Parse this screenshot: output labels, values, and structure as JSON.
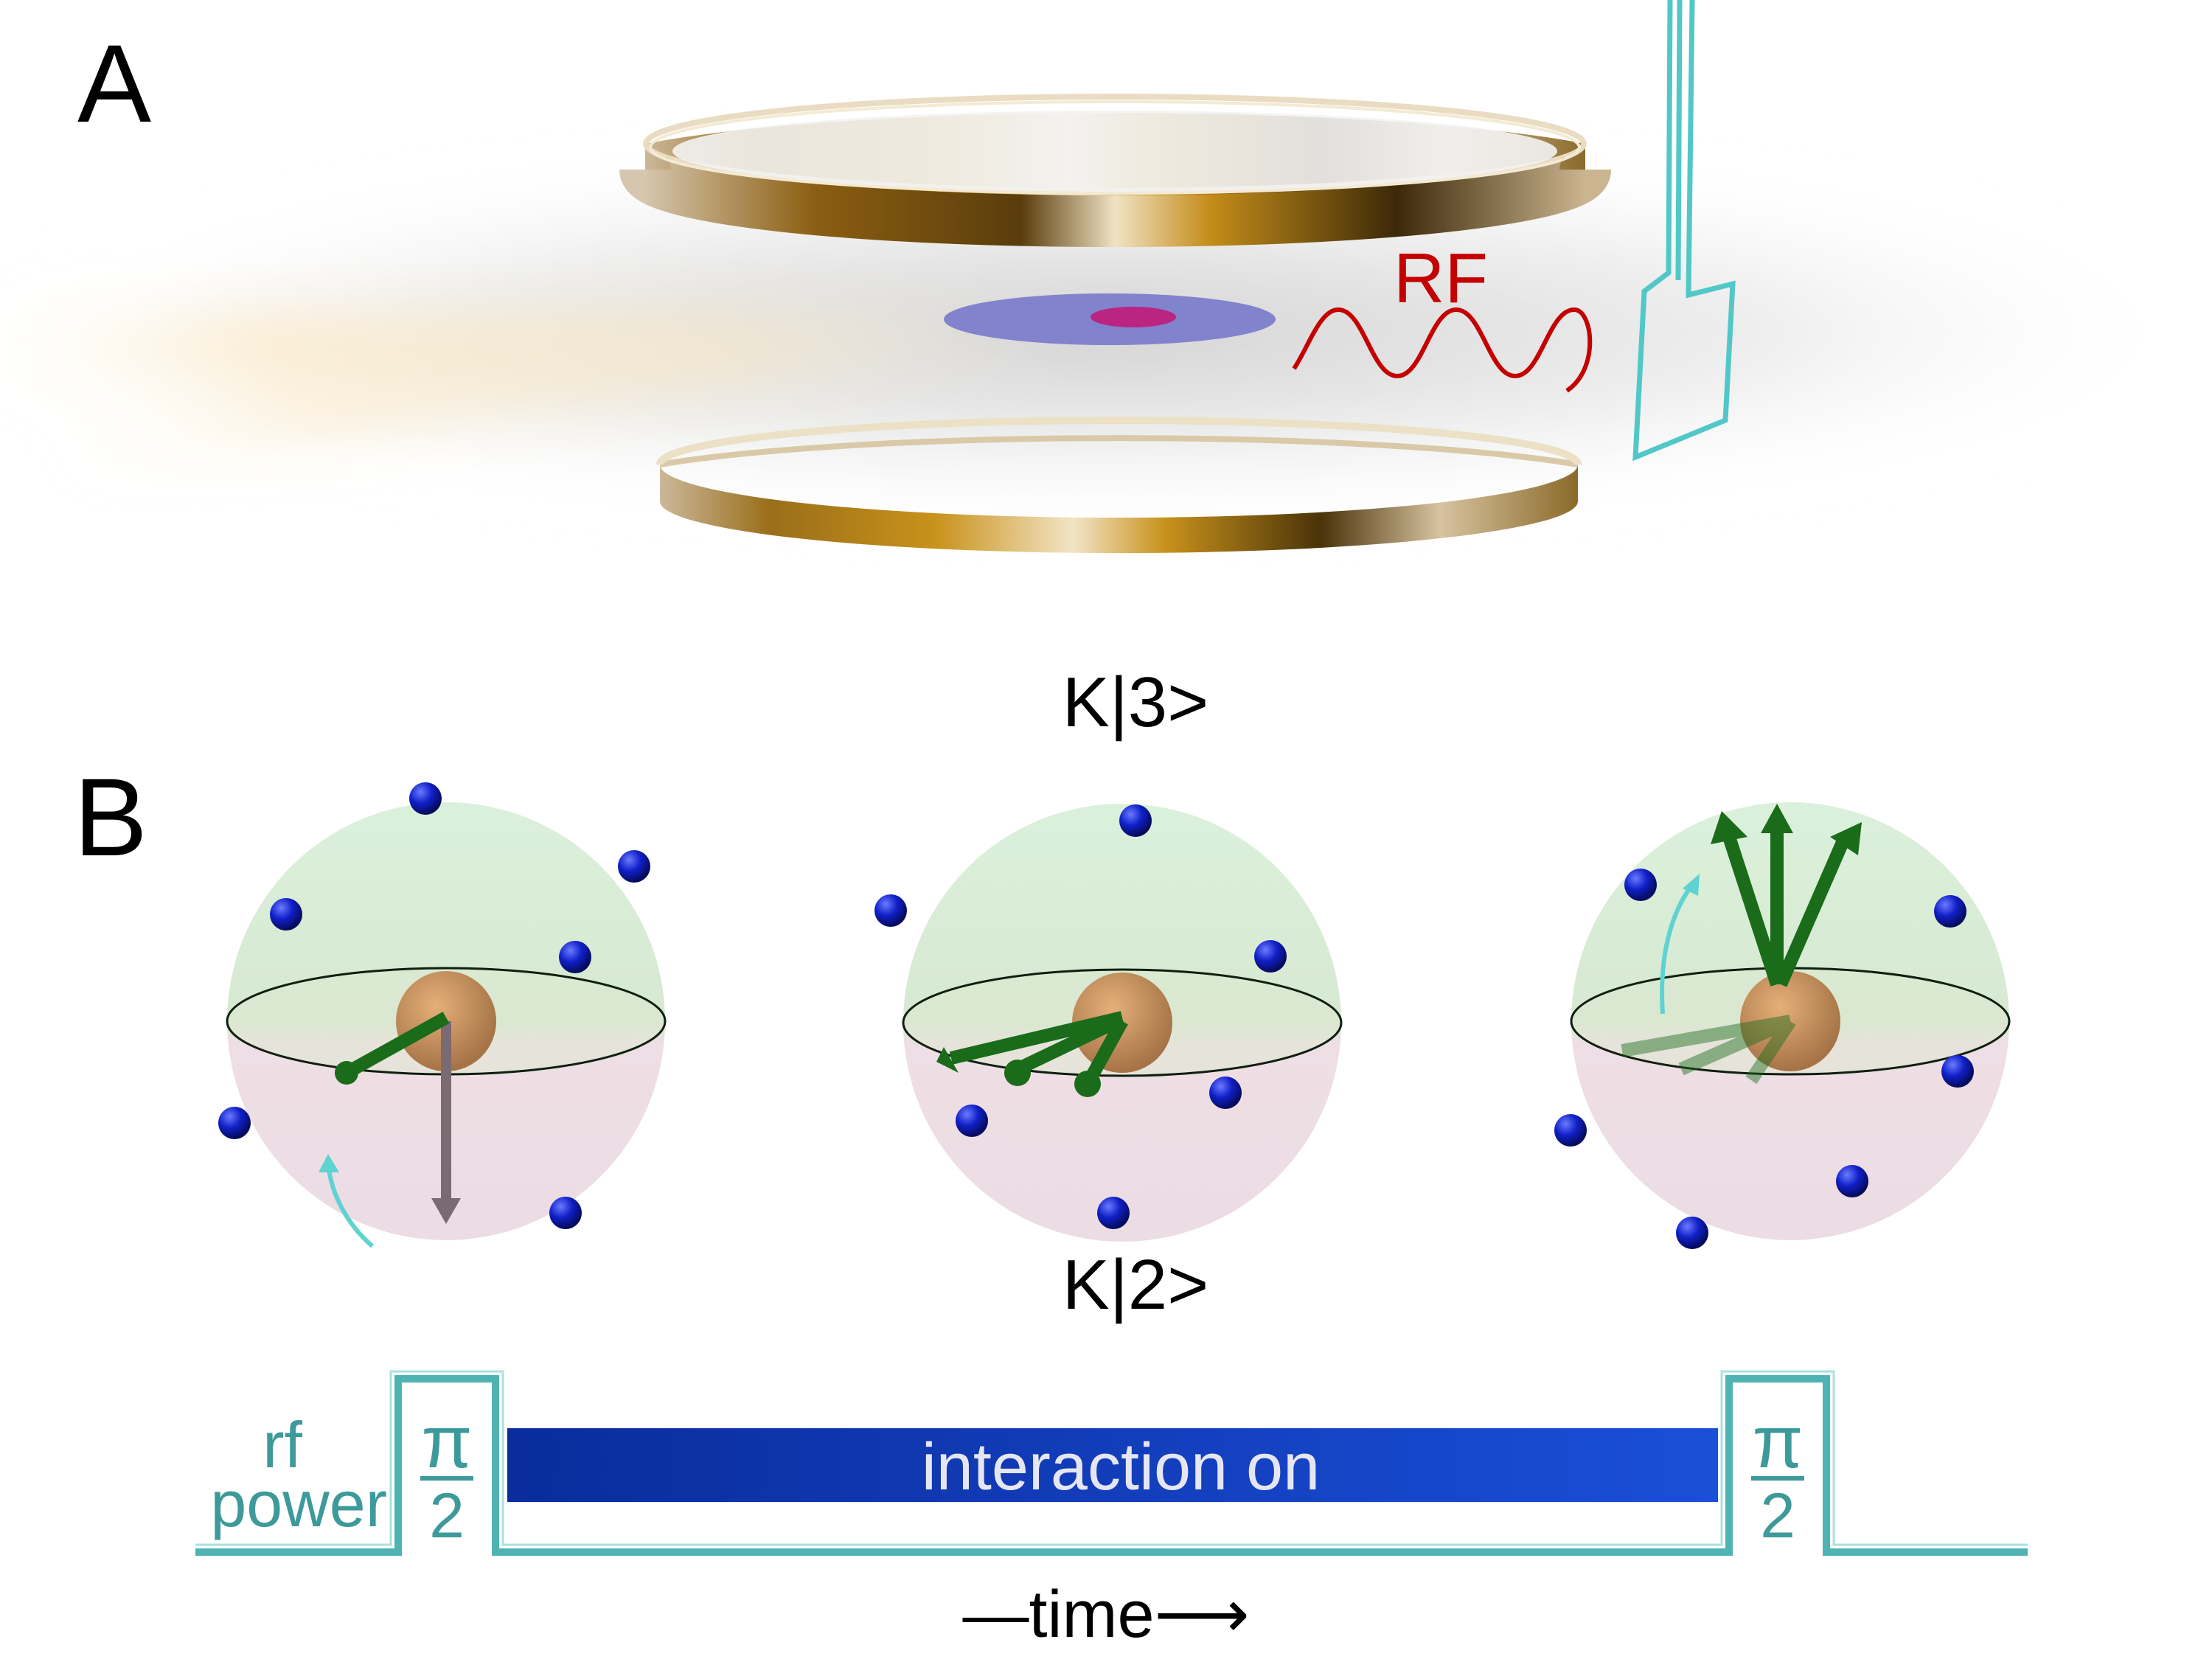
{
  "panel_a": {
    "label": "A",
    "rf_label": "RF"
  },
  "panel_b": {
    "label": "B",
    "state_top": "K|3>",
    "state_bottom": "K|2>"
  },
  "pulse_sequence": {
    "rf_label_line1": "rf",
    "rf_label_line2": "power",
    "pulse_left": {
      "numerator": "π",
      "denominator": "2"
    },
    "pulse_right": {
      "numerator": "π",
      "denominator": "2"
    },
    "interaction_label": "interaction on",
    "time_label": "—time⟶"
  },
  "colors": {
    "ring_gold": "#b8860b",
    "rf_wave": "#c00000",
    "antenna": "#4fc4c4",
    "pulse_line": "#4fb8b8",
    "interaction_bar": "#0b39b8",
    "sphere_top": "#cfe9cf",
    "sphere_bottom": "#ecd9e2",
    "impurity": "#c07a3a",
    "spin_arrow": "#1a6b1a",
    "atom_dot": "#0a14b8"
  }
}
